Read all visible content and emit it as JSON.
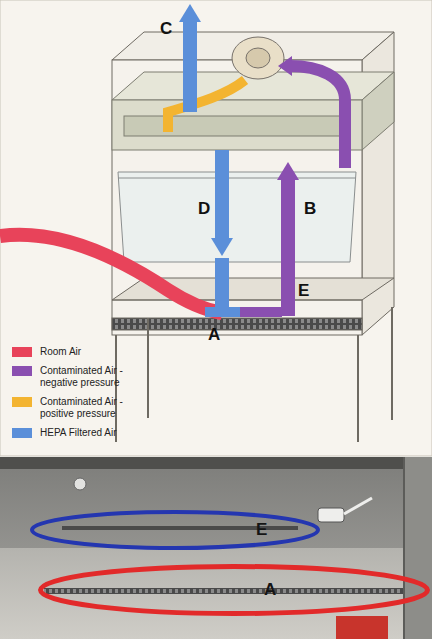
{
  "diagram": {
    "nodes": [
      {
        "text": [
          "E"
        ]
      },
      {
        "text": [
          "A"
        ]
      }
    ],
    "labels": [
      "C",
      "D",
      "B",
      "E",
      "A"
    ],
    "legend": [
      {
        "text": "Room Air",
        "color": "#e8435a"
      },
      {
        "text": "Contaminated Air - negative pressure",
        "color": "#8a4fb0"
      },
      {
        "text": "Contaminated Air - positive pressure",
        "color": "#f3b431"
      },
      {
        "text": "HEPA Filtered Air",
        "color": "#5b8fd9"
      }
    ]
  }
}
